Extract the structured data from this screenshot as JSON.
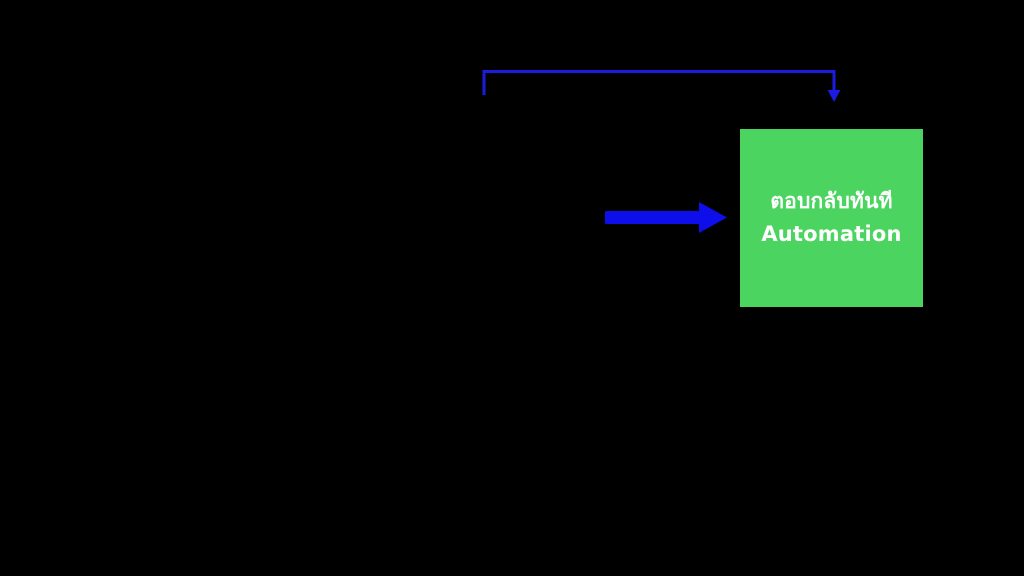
{
  "page": {
    "type": "diagram-slide"
  },
  "colors": {
    "background": "#000000",
    "bracket-blue": "#1c1ce0",
    "arrow-blue": "#0e0eea",
    "box-green": "#4bd45f",
    "box-text": "#ffffff"
  },
  "connectors": {
    "bracket": {
      "shape": "top horizontal bracket with downward arrow at right end",
      "color": "#1c1ce0"
    },
    "arrow": {
      "shape": "thick horizontal arrow pointing right",
      "color": "#0e0eea"
    }
  },
  "automation_box": {
    "background_color": "#4bd45f",
    "text_color": "#ffffff",
    "line1": "ตอบกลับทันที",
    "line2": "Automation"
  }
}
